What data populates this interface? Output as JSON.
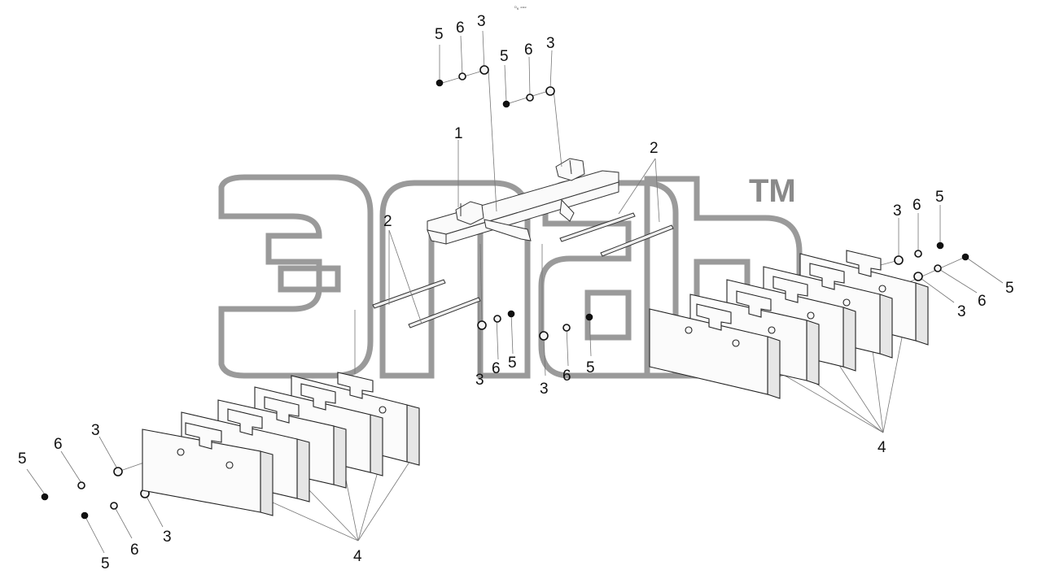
{
  "header_code": "ᴰ₆ ᵊᵊᵊ",
  "watermark": {
    "tm": "TM"
  },
  "callouts": {
    "c1": "1",
    "top_left_5": "5",
    "top_left_6": "6",
    "top_left_3": "3",
    "top_mid_5": "5",
    "top_mid_6": "6",
    "top_mid_3": "3",
    "top_right_2": "2",
    "left_2": "2",
    "center_3a": "3",
    "center_6a": "6",
    "center_5a": "5",
    "center_3b": "3",
    "center_6b": "6",
    "center_5b": "5",
    "right_3a": "3",
    "right_6a": "6",
    "right_5a": "5",
    "right_5b": "5",
    "right_6b": "6",
    "right_3b": "3",
    "right_4": "4",
    "bl_5a": "5",
    "bl_6a": "6",
    "bl_3a": "3",
    "bl_5b": "5",
    "bl_6b": "6",
    "bl_3b": "3",
    "bl_4": "4"
  }
}
